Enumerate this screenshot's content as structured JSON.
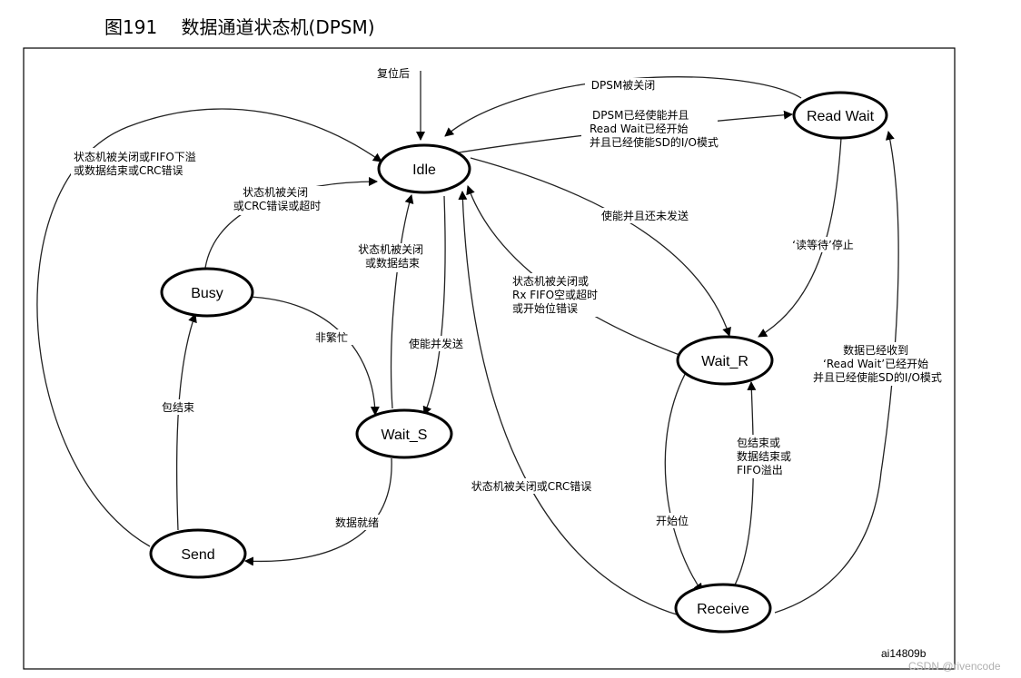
{
  "title": "图191　 数据通道状态机(DPSM)",
  "figure_id": "ai14809b",
  "watermark": "CSDN @rivencode",
  "nodes": {
    "idle": "Idle",
    "read_wait": "Read Wait",
    "busy": "Busy",
    "wait_s": "Wait_S",
    "wait_r": "Wait_R",
    "send": "Send",
    "receive": "Receive"
  },
  "edges": {
    "reset": [
      "复位后"
    ],
    "dpsm_disabled": [
      "DPSM被关闭"
    ],
    "idle_to_readwait": [
      "DPSM已经使能并且",
      "Read Wait已经开始",
      "并且已经使能SD的I/O模式"
    ],
    "send_to_idle": [
      "状态机被关闭或FIFO下溢",
      "或数据结束或CRC错误"
    ],
    "busy_to_idle": [
      "状态机被关闭",
      "或CRC错误或超时"
    ],
    "waits_to_idle": [
      "状态机被关闭",
      "或数据结束"
    ],
    "enable_send": [
      "使能并发送"
    ],
    "enable_not_send": [
      "使能并且还未发送"
    ],
    "read_wait_stop": [
      "‘读等待’停止"
    ],
    "waitr_to_idle": [
      "状态机被关闭或",
      "Rx FIFO空或超时",
      "或开始位错误"
    ],
    "not_busy": [
      "非繁忙"
    ],
    "packet_end": [
      "包结束"
    ],
    "data_ready": [
      "数据就绪"
    ],
    "receive_to_idle": [
      "状态机被关闭或CRC错误"
    ],
    "start_bit": [
      "开始位"
    ],
    "receive_to_waitr": [
      "包结束或",
      "数据结束或",
      "FIFO溢出"
    ],
    "receive_to_readwait": [
      "数据已经收到",
      "‘Read Wait’已经开始",
      "并且已经使能SD的I/O模式"
    ]
  }
}
